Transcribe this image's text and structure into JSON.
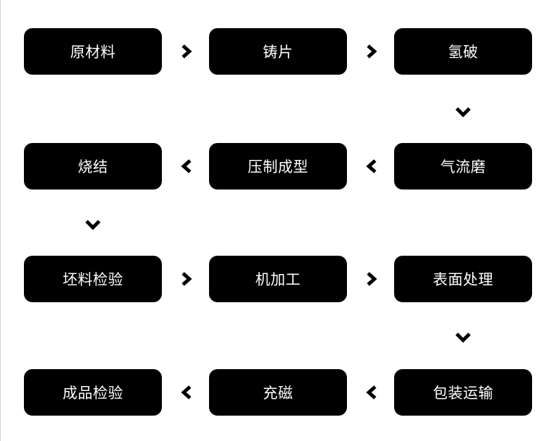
{
  "steps": [
    "原材料",
    "铸片",
    "氢破",
    "烧结",
    "压制成型",
    "气流磨",
    "坯料检验",
    "机加工",
    "表面处理",
    "成品检验",
    "充磁",
    "包装运输"
  ],
  "box_color": "#000000",
  "text_color": "#ffffff",
  "arrows": [
    "right",
    "right",
    "down",
    "left",
    "left",
    "down",
    "right",
    "right",
    "down",
    "left",
    "left"
  ]
}
